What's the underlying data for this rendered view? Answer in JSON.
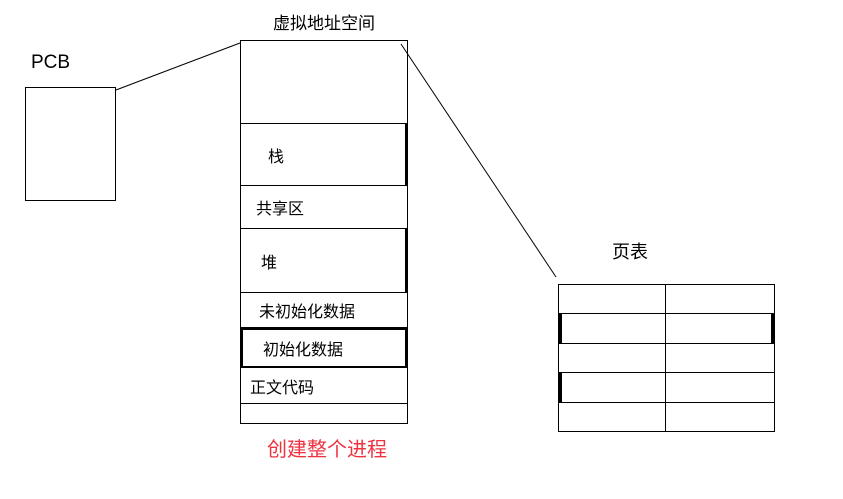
{
  "diagram": {
    "pcb": {
      "label": "PCB"
    },
    "vas": {
      "title": "虚拟地址空间",
      "segments": [
        {
          "label": ""
        },
        {
          "label": "栈"
        },
        {
          "label": "共享区"
        },
        {
          "label": "堆"
        },
        {
          "label": "未初始化数据"
        },
        {
          "label": "初始化数据"
        },
        {
          "label": "正文代码"
        },
        {
          "label": ""
        }
      ]
    },
    "page_table": {
      "title": "页表",
      "rows": 5,
      "columns": 2
    },
    "caption": {
      "text": "创建整个进程",
      "color": "#ee3340"
    },
    "line_color": "#000000",
    "background_color": "#ffffff"
  }
}
